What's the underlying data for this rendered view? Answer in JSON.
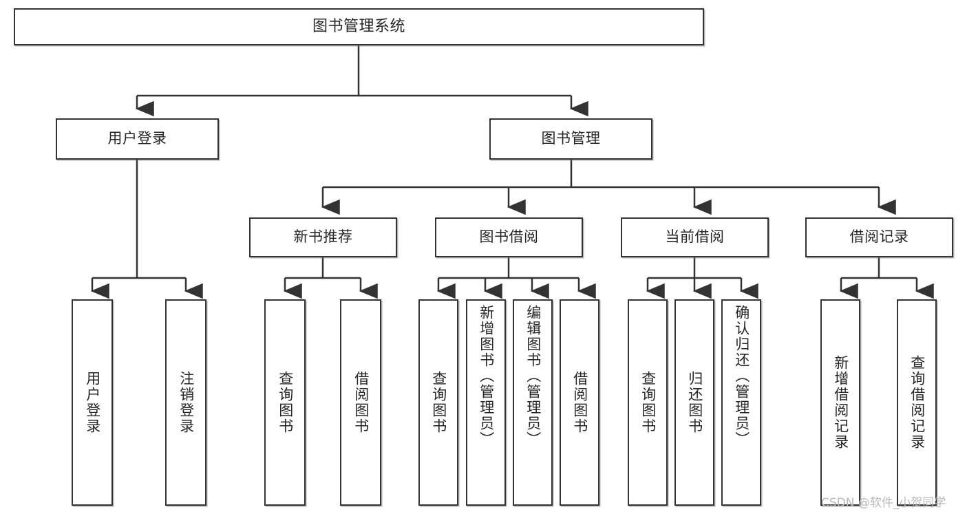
{
  "diagram": {
    "type": "hierarchy-tree",
    "title": "图书管理系统",
    "watermark": "CSDN @软件_小贺同学",
    "colors": {
      "box_border": "#333333",
      "text": "#262626",
      "connector": "#333333",
      "background": "#ffffff",
      "watermark": "#b9b9b9"
    },
    "nodes": {
      "root": {
        "label": "图书管理系统"
      },
      "level2": [
        {
          "id": "user-login",
          "label": "用户登录"
        },
        {
          "id": "book-manage",
          "label": "图书管理"
        }
      ],
      "level3": [
        {
          "id": "new-book-recommend",
          "label": "新书推荐"
        },
        {
          "id": "book-borrow",
          "label": "图书借阅"
        },
        {
          "id": "current-borrow",
          "label": "当前借阅"
        },
        {
          "id": "borrow-record",
          "label": "借阅记录"
        }
      ],
      "leaves": [
        {
          "id": "leaf-user-login",
          "label": "用户登录",
          "parent": "user-login"
        },
        {
          "id": "leaf-logout",
          "label": "注销登录",
          "parent": "user-login"
        },
        {
          "id": "leaf-query-book-1",
          "label": "查询图书",
          "parent": "new-book-recommend"
        },
        {
          "id": "leaf-borrow-book-1",
          "label": "借阅图书",
          "parent": "new-book-recommend"
        },
        {
          "id": "leaf-query-book-2",
          "label": "查询图书",
          "parent": "book-borrow"
        },
        {
          "id": "leaf-add-book",
          "label": "新增图书（管理员）",
          "parent": "book-borrow"
        },
        {
          "id": "leaf-edit-book",
          "label": "编辑图书（管理员）",
          "parent": "book-borrow"
        },
        {
          "id": "leaf-borrow-book-2",
          "label": "借阅图书",
          "parent": "book-borrow"
        },
        {
          "id": "leaf-query-book-3",
          "label": "查询图书",
          "parent": "current-borrow"
        },
        {
          "id": "leaf-return-book",
          "label": "归还图书",
          "parent": "current-borrow"
        },
        {
          "id": "leaf-confirm-return",
          "label": "确认归还（管理员）",
          "parent": "current-borrow"
        },
        {
          "id": "leaf-add-record",
          "label": "新增借阅记录",
          "parent": "borrow-record"
        },
        {
          "id": "leaf-query-record",
          "label": "查询借阅记录",
          "parent": "borrow-record"
        }
      ]
    }
  }
}
